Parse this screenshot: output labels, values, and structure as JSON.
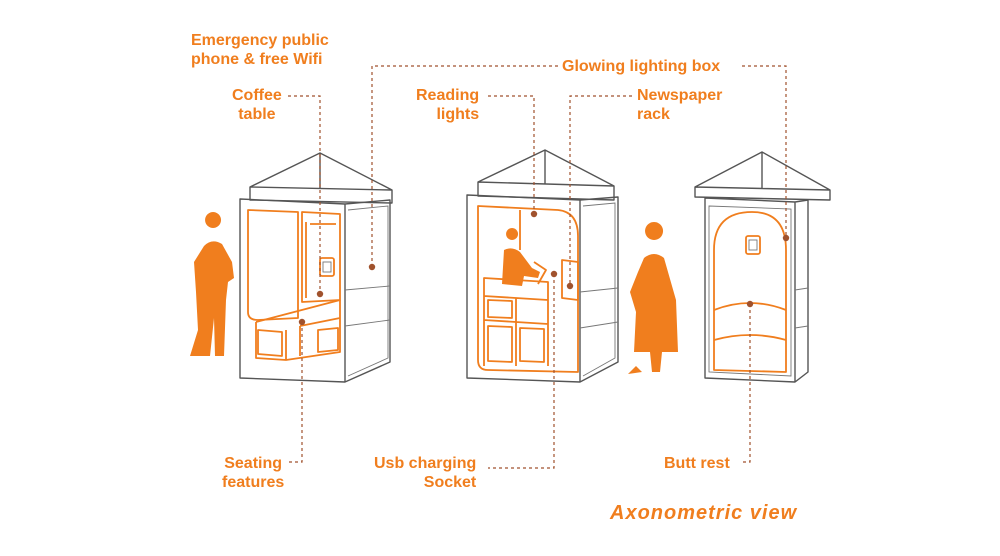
{
  "title": "Axonometric view",
  "colors": {
    "accent": "#f07e1e",
    "leader": "#a0522d",
    "outline": "#555555"
  },
  "labels": {
    "emergency": "Emergency public\nphone & free Wifi",
    "coffee": "Coffee\ntable",
    "glowing": "Glowing lighting box",
    "reading": "Reading\nlights",
    "newspaper": "Newspaper\nrack",
    "seating": "Seating\nfeatures",
    "usb": "Usb charging\nSocket",
    "butt": "Butt rest"
  }
}
